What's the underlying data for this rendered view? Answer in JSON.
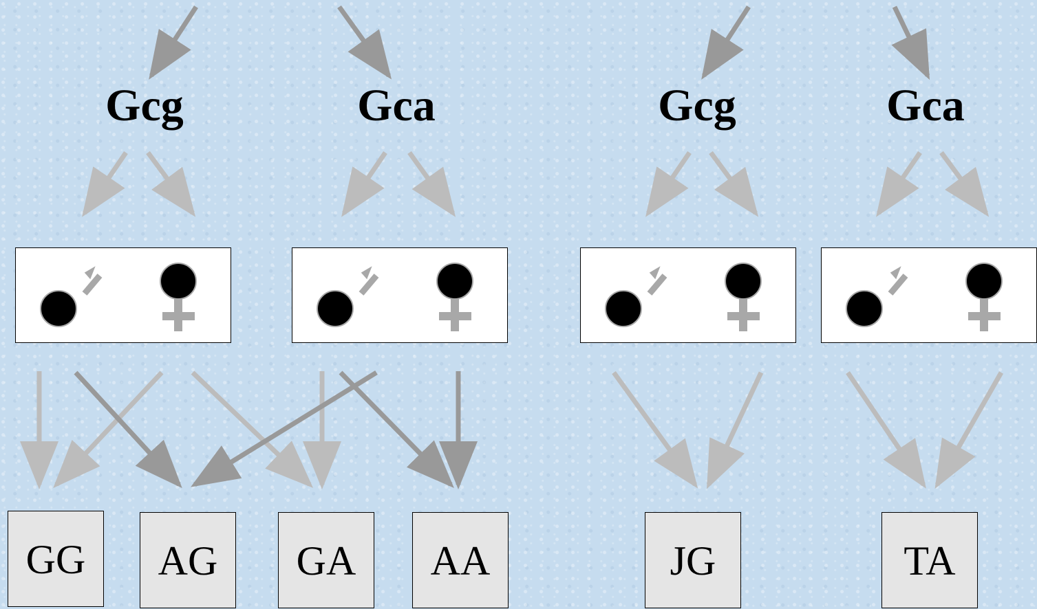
{
  "groups": [
    {
      "genes": [
        "Gcg",
        "Gca"
      ],
      "offspring": [
        "GG",
        "AG",
        "GA",
        "AA"
      ]
    },
    {
      "genes": [
        "Gcg",
        "Gca"
      ],
      "offspring": [
        "JG",
        "TA"
      ]
    }
  ],
  "colors": {
    "background": "#c6dcef",
    "dark_arrow": "#999999",
    "light_arrow": "#bcbcbc",
    "symbol_circle": "#000000",
    "symbol_mark": "#a8a8a8"
  },
  "icons": [
    "male-symbol-icon",
    "female-symbol-icon",
    "arrow-icon"
  ]
}
